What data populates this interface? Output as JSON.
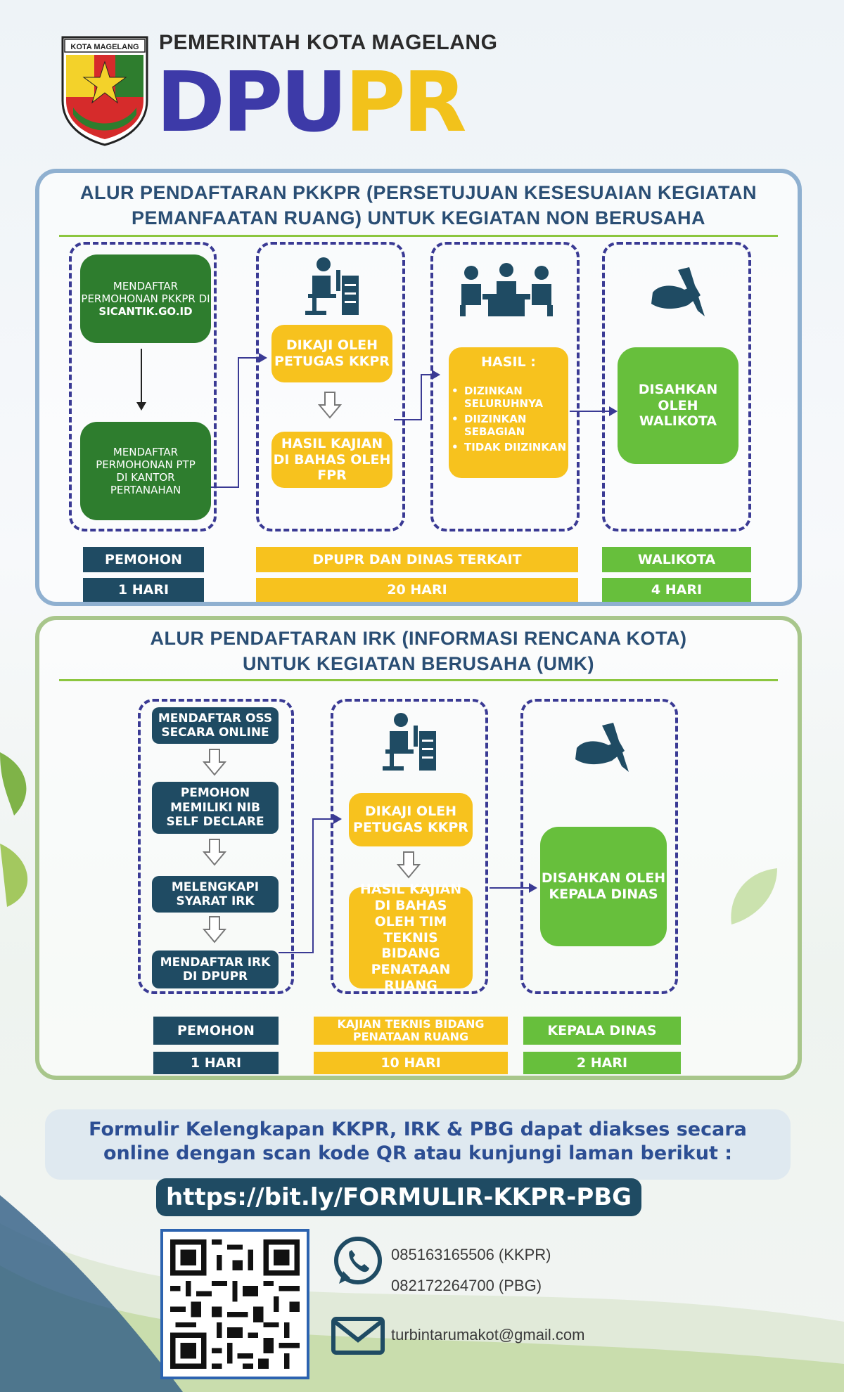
{
  "header": {
    "logo_text": "KOTA MAGELANG",
    "gov_name": "PEMERINTAH KOTA MAGELANG",
    "brand_part1": "DPU",
    "brand_part2": "PR"
  },
  "section1": {
    "title_line1": "ALUR PENDAFTARAN PKKPR (PERSETUJUAN KESESUAIAN KEGIATAN",
    "title_line2": "PEMANFAATAN RUANG) UNTUK KEGIATAN NON BERUSAHA",
    "step_register_pkkpr": "MENDAFTAR PERMOHONAN PKKPR DI",
    "step_register_pkkpr_site": "SICANTIK.GO.ID",
    "step_register_ptp": "MENDAFTAR PERMOHONAN PTP DI KANTOR PERTANAHAN",
    "step_review": "DIKAJI OLEH PETUGAS KKPR",
    "step_discussed": "HASIL KAJIAN DI BAHAS OLEH FPR",
    "result_title": "HASIL :",
    "result_items": [
      "DIZINKAN SELURUHNYA",
      "DIIZINKAN SEBAGIAN",
      "TIDAK DIIZINKAN"
    ],
    "step_approved": "DISAHKAN OLEH WALIKOTA",
    "actor1": "PEMOHON",
    "duration1": "1 HARI",
    "actor2": "DPUPR DAN DINAS TERKAIT",
    "duration2": "20 HARI",
    "actor3": "WALIKOTA",
    "duration3": "4 HARI"
  },
  "section2": {
    "title_line1": "ALUR PENDAFTARAN IRK (INFORMASI RENCANA KOTA)",
    "title_line2": "UNTUK KEGIATAN BERUSAHA (UMK)",
    "step_oss": "MENDAFTAR OSS SECARA ONLINE",
    "step_nib": "PEMOHON MEMILIKI NIB SELF DECLARE",
    "step_requirements": "MELENGKAPI SYARAT IRK",
    "step_register_irk": "MENDAFTAR IRK DI DPUPR",
    "step_review": "DIKAJI OLEH PETUGAS KKPR",
    "step_discussed": "HASIL KAJIAN DI BAHAS OLEH TIM TEKNIS BIDANG PENATAAN RUANG",
    "step_approved": "DISAHKAN OLEH KEPALA DINAS",
    "actor1": "PEMOHON",
    "duration1": "1 HARI",
    "actor2": "KAJIAN TEKNIS BIDANG PENATAAN RUANG",
    "duration2": "10 HARI",
    "actor3": "KEPALA DINAS",
    "duration3": "2 HARI"
  },
  "footer": {
    "info_line1": "Formulir Kelengkapan KKPR, IRK & PBG dapat diakses secara",
    "info_line2": "online dengan scan kode QR atau kunjungi laman berikut :",
    "url": "https://bit.ly/FORMULIR-KKPR-PBG",
    "phone1": "085163165506 (KKPR)",
    "phone2": "082172264700 (PBG)",
    "email": "turbintarumakot@gmail.com"
  },
  "colors": {
    "navy": "#1f4b63",
    "yellow": "#f7c21e",
    "green": "#67bf3c",
    "dark_green": "#2e7d2e",
    "brand_blue": "#3d3aa8",
    "dashed": "#3a3a94"
  },
  "icons": [
    "logo-emblem",
    "worker-desk-icon",
    "meeting-icon",
    "signing-hand-icon",
    "whatsapp-icon",
    "mail-icon",
    "qr-code"
  ]
}
